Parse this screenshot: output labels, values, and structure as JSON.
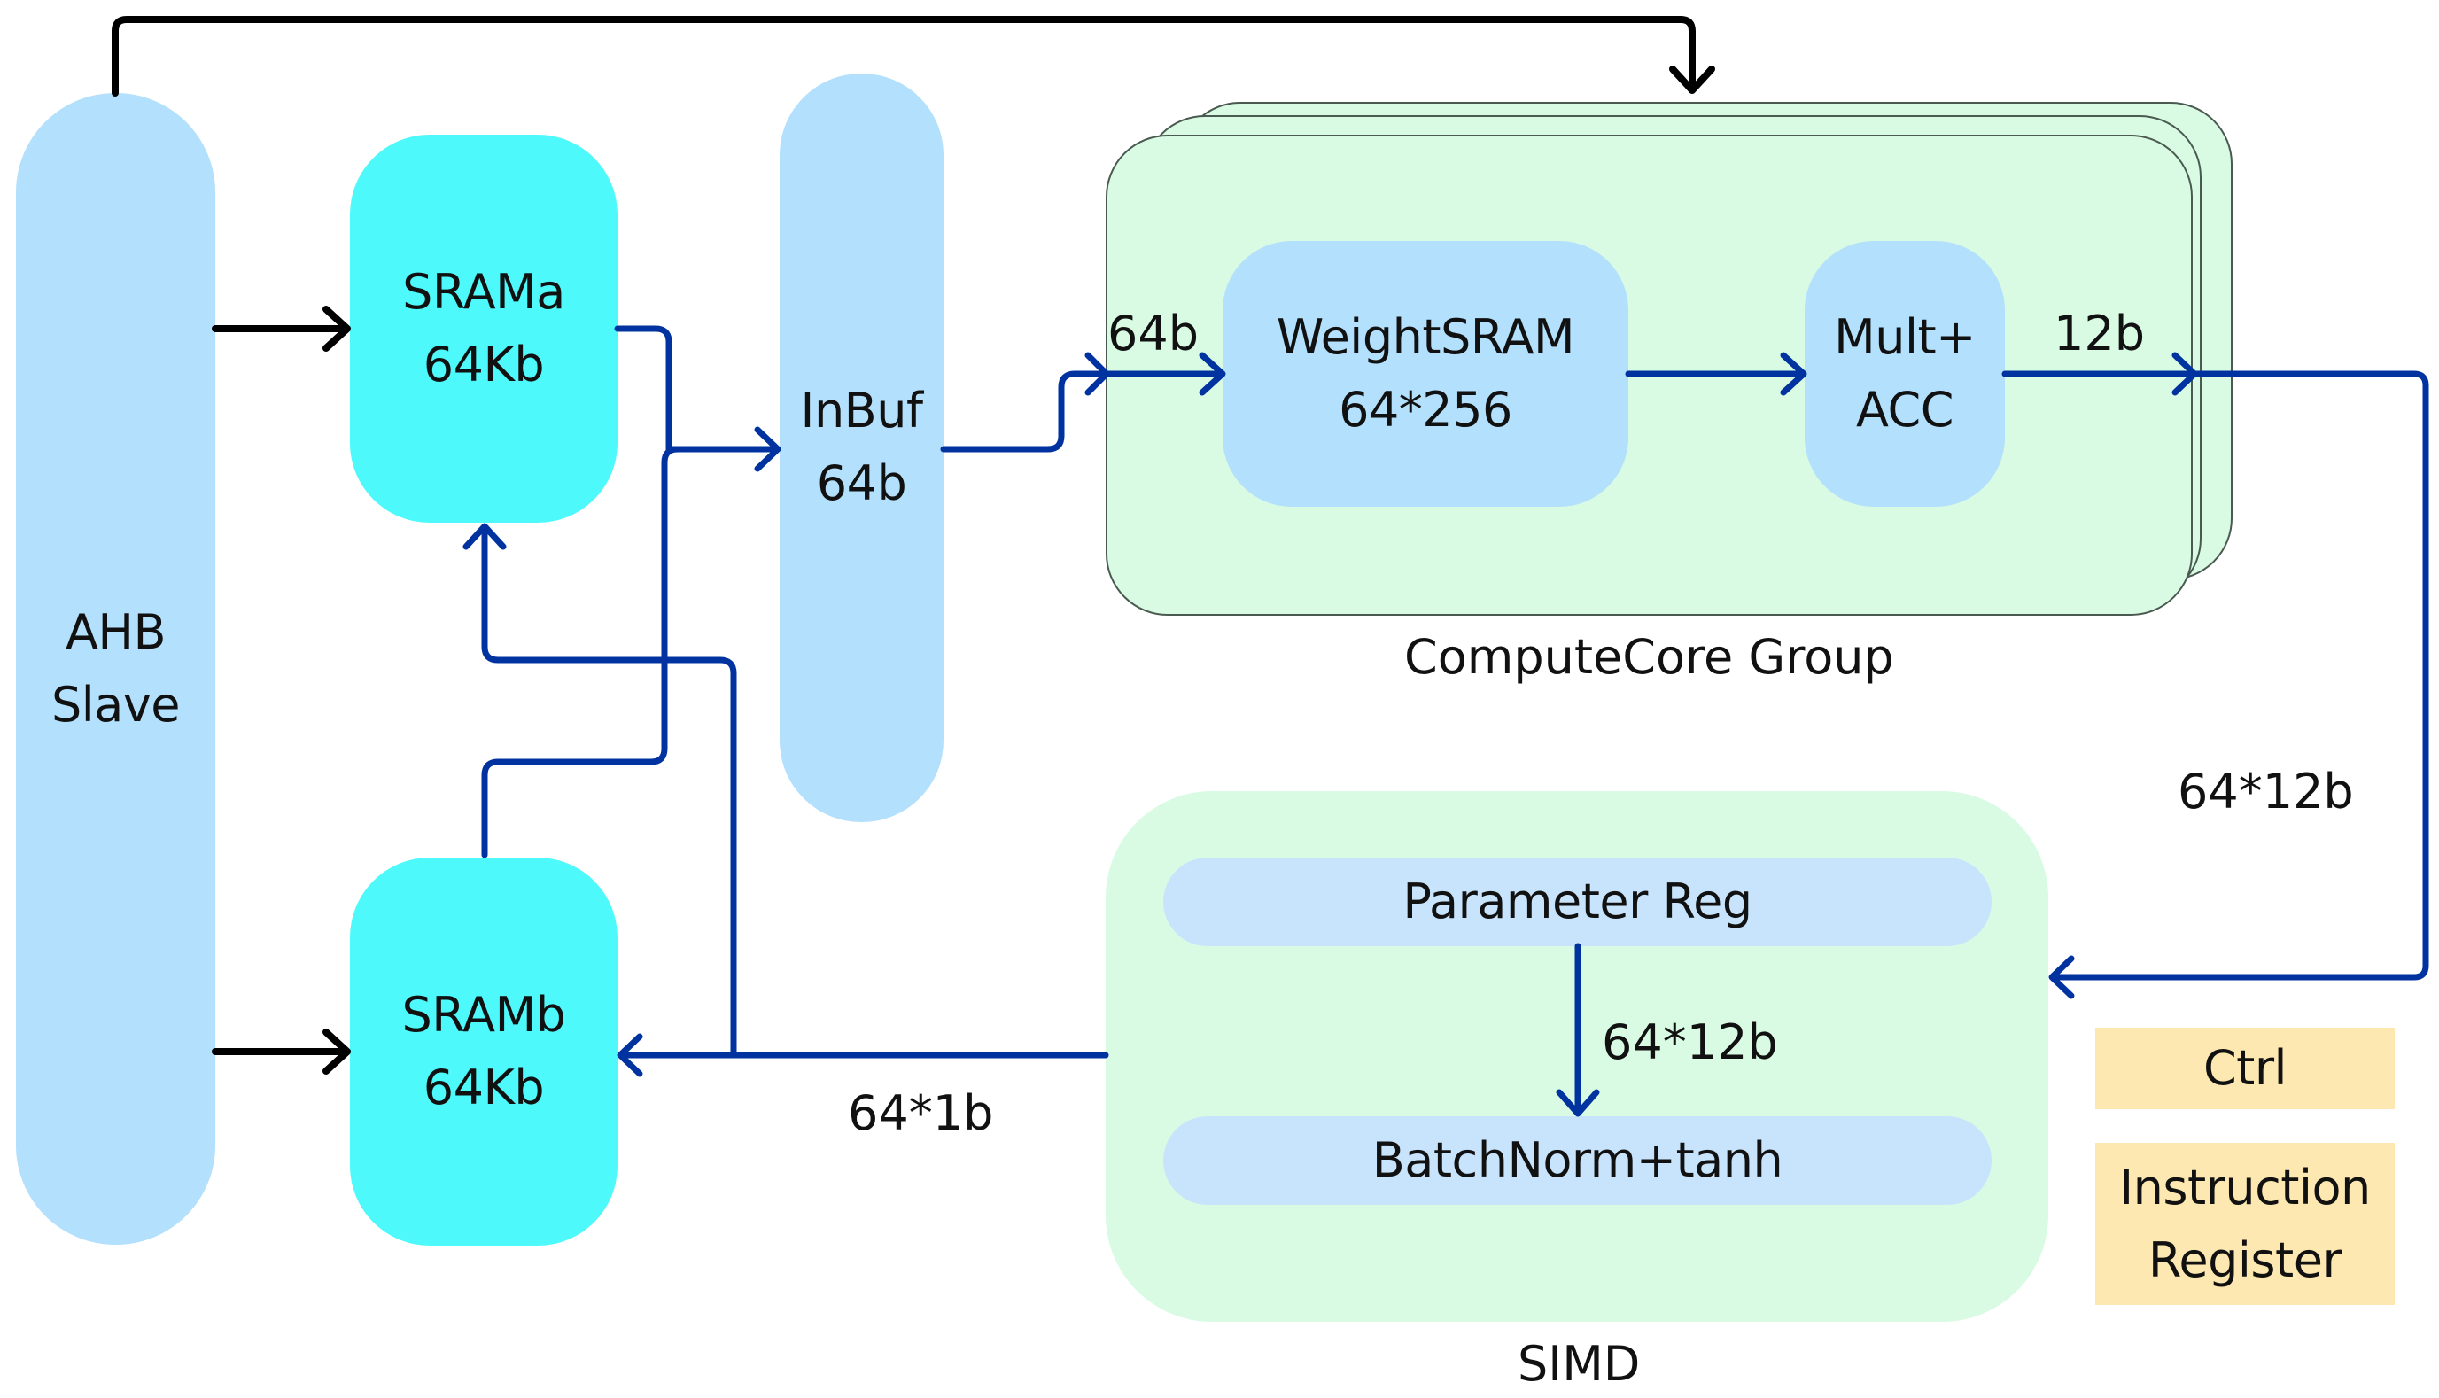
{
  "diagram": {
    "blocks": {
      "ahb_slave": [
        "AHB",
        "Slave"
      ],
      "srama": [
        "SRAMa",
        "64Kb"
      ],
      "sramb": [
        "SRAMb",
        "64Kb"
      ],
      "inbuf": [
        "InBuf",
        "64b"
      ],
      "weight_sram": [
        "WeightSRAM",
        "64*256"
      ],
      "mult_acc": [
        "Mult+",
        "ACC"
      ],
      "parameter_reg": "Parameter Reg",
      "batchnorm_tanh": "BatchNorm+tanh",
      "ctrl": "Ctrl",
      "instruction_register": [
        "Instruction",
        "Register"
      ]
    },
    "group_labels": {
      "compute_core_group": "ComputeCore Group",
      "simd": "SIMD"
    },
    "edge_labels": {
      "inbuf_to_weight": "64b",
      "mult_out": "12b",
      "core_to_simd": "64*12b",
      "param_to_bn": "64*12b",
      "simd_to_sramb": "64*1b"
    },
    "colors": {
      "bus_blue": "#0033a0",
      "control_black": "#000000",
      "light_blue": "#b3e0fc",
      "cyan": "#4ef9fb",
      "mint": "#d9fbe4",
      "pale_blue": "#c8e4fc",
      "sand": "#fde8b2"
    }
  }
}
